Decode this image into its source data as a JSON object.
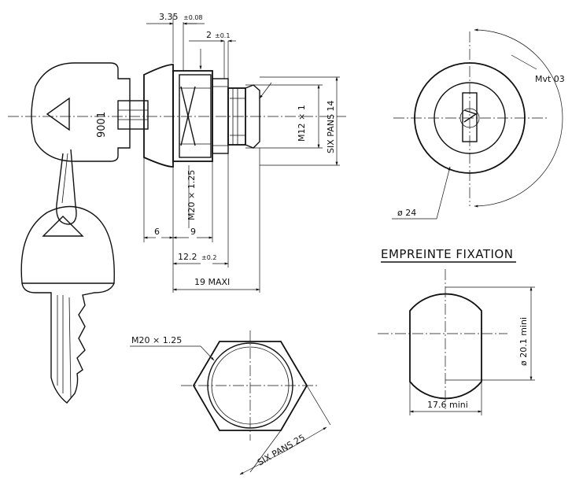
{
  "side_view": {
    "dim_335": "3.35",
    "tol_335": "±0.08",
    "dim_2": "2",
    "tol_2": "±0.1",
    "dim_6": "6",
    "dim_9": "9",
    "dim_122": "12.2",
    "tol_122": "±0.2",
    "dim_19": "19 MAXI",
    "thread_m20": "M20 × 1.25",
    "thread_m12": "M12 × 1",
    "hex_14": "SIX PANS 14"
  },
  "key": {
    "number": "9001"
  },
  "front_view": {
    "rotation_label": "Mvt 03",
    "diameter_label": "ø 24"
  },
  "nut_view": {
    "thread_label": "M20 × 1.25",
    "hex_label": "SIX PANS 25"
  },
  "cutout": {
    "title": "EMPREINTE FIXATION",
    "diameter_label": "ø 20.1 mini",
    "width_label": "17.6 mini"
  }
}
